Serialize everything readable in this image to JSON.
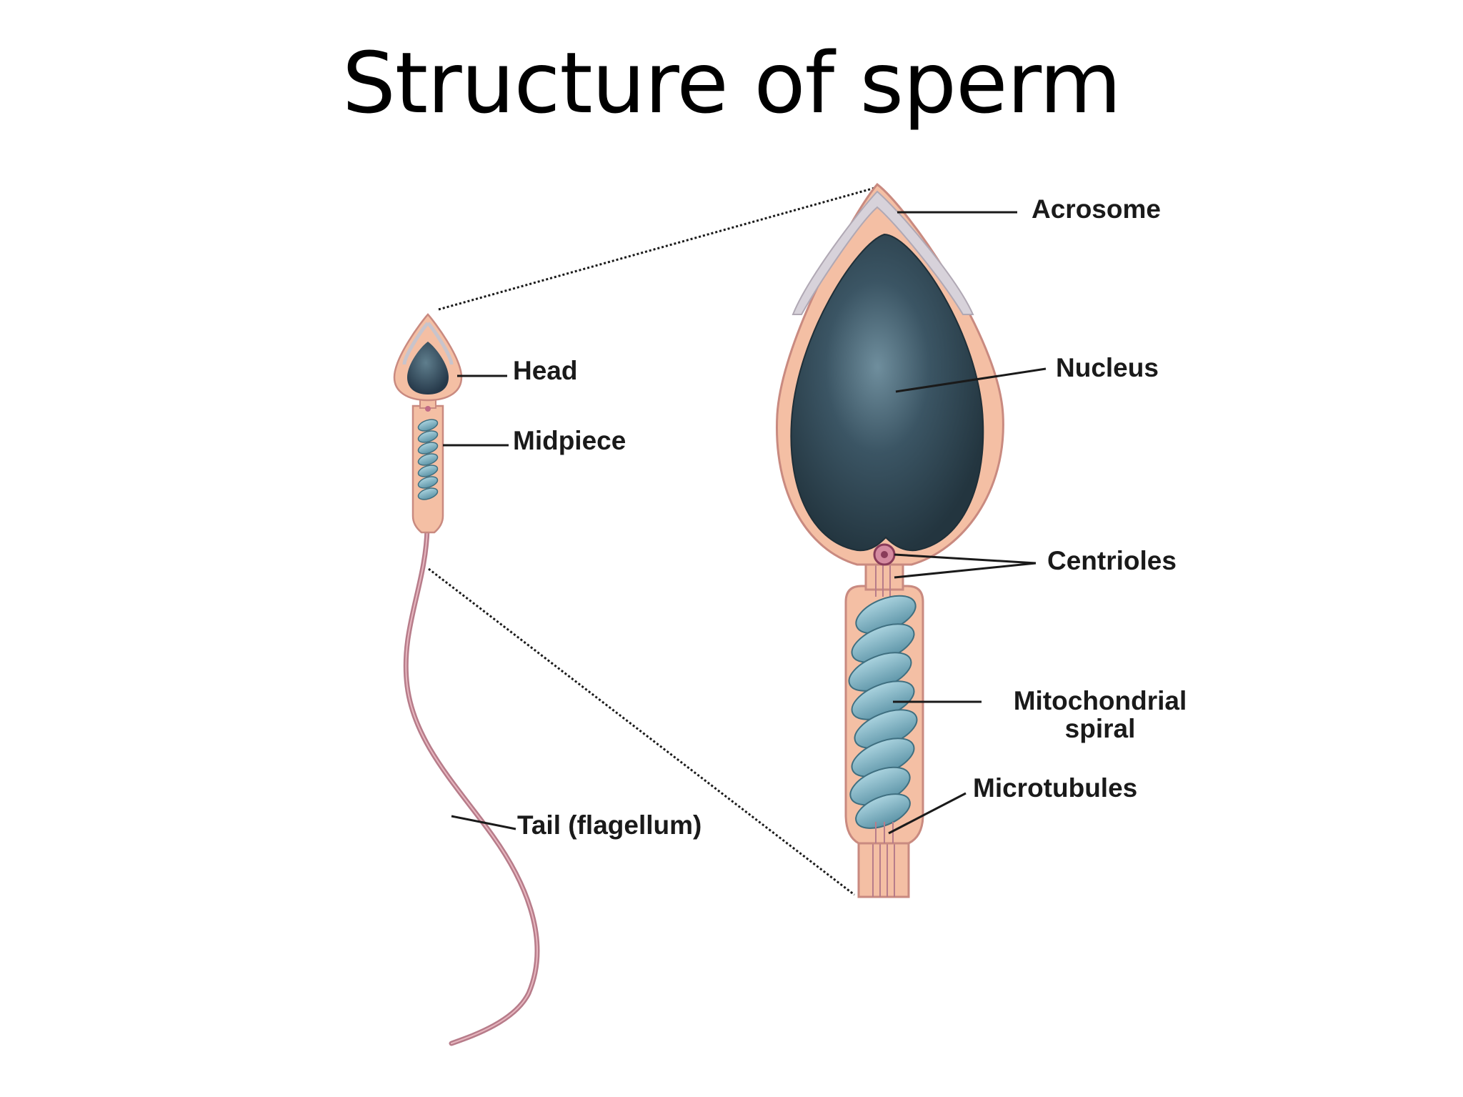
{
  "title": "Structure of sperm",
  "labels": {
    "head": "Head",
    "midpiece": "Midpiece",
    "tail": "Tail (flagellum)",
    "acrosome": "Acrosome",
    "nucleus": "Nucleus",
    "centrioles": "Centrioles",
    "mitochondrial_line1": "Mitochondrial",
    "mitochondrial_line2": "spiral",
    "microtubules": "Microtubules"
  },
  "colors": {
    "cytoplasm": "#f4bfa4",
    "outline": "#c98a80",
    "nucleus": "#2c4250",
    "acrosome": "#c8c4cc",
    "mitochondria": "#7fb3c4",
    "tail": "#b77c8a",
    "leader": "#1a1a1a"
  }
}
